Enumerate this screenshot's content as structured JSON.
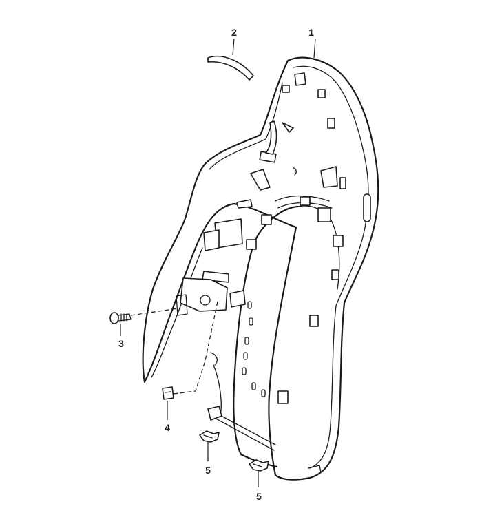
{
  "callouts": [
    {
      "id": "part-1",
      "label": "1"
    },
    {
      "id": "part-2",
      "label": "2"
    },
    {
      "id": "part-3",
      "label": "3"
    },
    {
      "id": "part-4",
      "label": "4"
    },
    {
      "id": "part-5a",
      "label": "5"
    },
    {
      "id": "part-5b",
      "label": "5"
    }
  ]
}
